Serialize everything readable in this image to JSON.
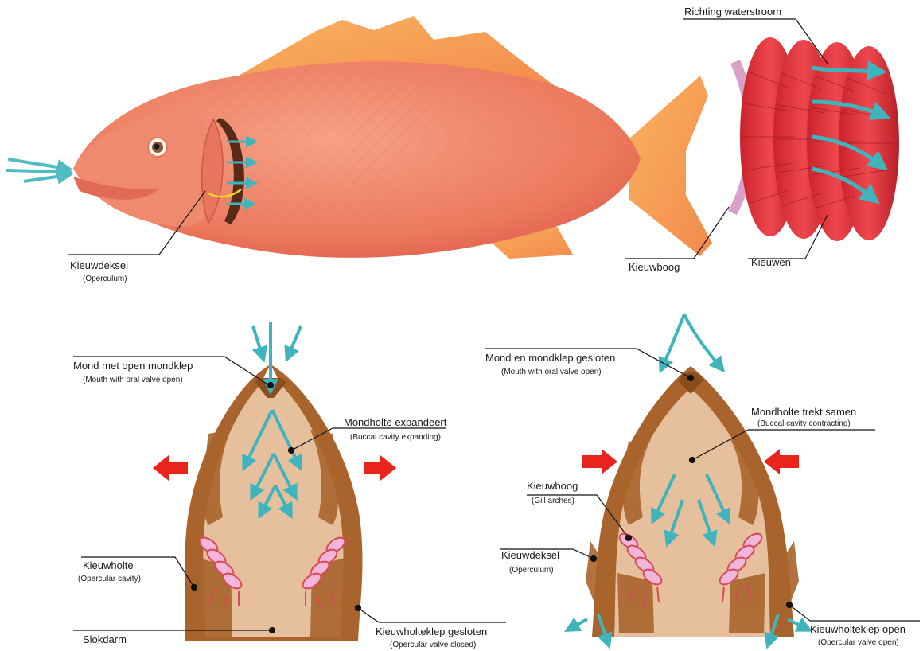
{
  "colors": {
    "fish_body": "#f08a6c",
    "fin": "#f7a85a",
    "gill_red": "#e5393f",
    "gill_arch": "#d9a0c8",
    "water_arrow": "#3fb4bc",
    "cavity_outer": "#a8642c",
    "cavity_inner": "#e6c09c",
    "gill_filament_pink": "#f2b6d8",
    "gill_filament_red": "#d9485a",
    "movement_arrow": "#e8241c",
    "valve_arrow_yellow": "#f5d42a"
  },
  "labels": {
    "water_direction": "Richting waterstroom",
    "operculum_top": "Kieuwdeksel",
    "operculum_top_sub": "(Operculum)",
    "gill_arch_top": "Kieuwboog",
    "gills": "Kieuwen",
    "left": {
      "mouth_open": "Mond met open mondklep",
      "mouth_open_sub": "(Mouth with oral valve open)",
      "buccal_expanding": "Mondholte expandeert",
      "buccal_expanding_sub": "(Buccal cavity expanding)",
      "opercular_cavity": "Kieuwholte",
      "opercular_cavity_sub": "(Opercular cavity)",
      "valve_closed": "Kieuwholteklep gesloten",
      "valve_closed_sub": "(Opercular valve closed)",
      "esophagus": "Slokdarm"
    },
    "right": {
      "mouth_closed": "Mond en mondklep gesloten",
      "mouth_closed_sub": "(Mouth with oral valve open)",
      "buccal_contracting": "Mondholte trekt samen",
      "buccal_contracting_sub": "(Buccal cavity contracting)",
      "gill_arch": "Kieuwboog",
      "gill_arch_sub": "(Gill arches)",
      "operculum": "Kieuwdeksel",
      "operculum_sub": "(Operculum)",
      "valve_open": "Kieuwholteklep open",
      "valve_open_sub": "(Opercular valve open)"
    }
  }
}
